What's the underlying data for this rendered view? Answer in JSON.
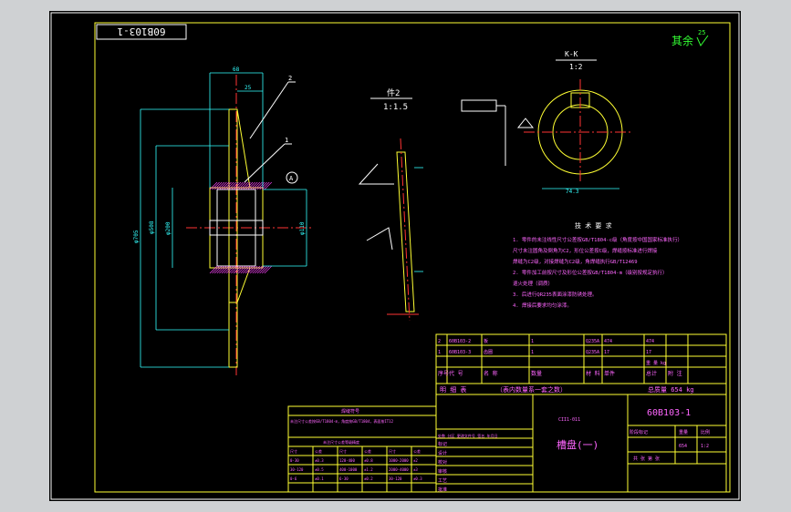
{
  "drawing": {
    "rotated_code": "60B103-1",
    "roughness": "其余",
    "roughness_value": "25",
    "section_label": "K-K",
    "section_scale": "1:2",
    "part_label": "件2",
    "part_scale": "1:1.5",
    "balloon_1": "1",
    "balloon_2": "2",
    "datum_a": "A",
    "dim_top": "68",
    "dim_top2": "25",
    "dim_phi_outer": "φ705",
    "dim_phi_mid": "φ508",
    "dim_phi_hub": "φ200",
    "dim_phi_bore": "φ110",
    "dim_angle": "74.3",
    "hatch_count": 24
  },
  "tech_req": {
    "title": "技 术 要 求",
    "lines": [
      "1. 零件的未注线性尺寸公差按GB/T1804-c级（角度按中国国家标准执行）",
      "   尺寸未注圆角及倒角为C2，形位公差按C级，焊缝按标准进行焊接",
      "   焊缝为C2级，对接焊缝为C2级，角焊缝执行GB/T12469",
      "2. 零件加工前按尺寸及形位公差按GB/T1804-m（级别按规定执行）",
      "   退火处理（调质）",
      "3. 后进行QR235表面涂漆防锈处理。",
      "4. 焊接后要求均匀涂漆。"
    ]
  },
  "bom": {
    "rows": [
      [
        "2",
        "60B103-2",
        "板",
        "1",
        "Q235A",
        "474",
        "474",
        ""
      ],
      [
        "1",
        "60B103-3",
        "齿圈",
        "1",
        "Q235A",
        "17",
        "17",
        ""
      ]
    ],
    "header": [
      "序号",
      "代 号",
      "名 称",
      "数量",
      "材 料",
      "单件",
      "总计",
      "附 注"
    ],
    "weight_head": "重 量 kg",
    "detail_label": "明 细 表",
    "detail_note": "（表内数量系一套之数）",
    "total_weight": "总质量 654 kg"
  },
  "title_block": {
    "code": "60B103-1",
    "name": "槽盘(一)",
    "small_note": "CII1-011",
    "stage_label": "阶段标记",
    "weight_label": "重量",
    "scale_label": "比例",
    "weight_value": "654",
    "scale_value": "1:2",
    "sheet_label": "共 张 第 张",
    "rows": [
      "标记",
      "设计",
      "校对",
      "审核",
      "工艺",
      "批准"
    ],
    "row_head": "处数 分区 更改文件号 签名 年月日"
  },
  "tol_table": {
    "title": "焊缝符号",
    "note": "未注尺寸公差按GB/T1804-m，角度按GB/T1804，表面按IT12",
    "sub": "未注尺寸公差等级精度",
    "header": [
      "尺寸",
      "公差",
      "尺寸",
      "公差",
      "尺寸",
      "公差"
    ],
    "rows": [
      [
        "0-30",
        "±0.3",
        "120-400",
        "±0.8",
        "1000-2000",
        "±2"
      ],
      [
        "30-120",
        "±0.5",
        "400-1000",
        "±1.2",
        "2000-4000",
        "±3"
      ],
      [
        "0-6",
        "±0.1",
        "6-30",
        "±0.2",
        "30-120",
        "±0.3"
      ]
    ]
  }
}
